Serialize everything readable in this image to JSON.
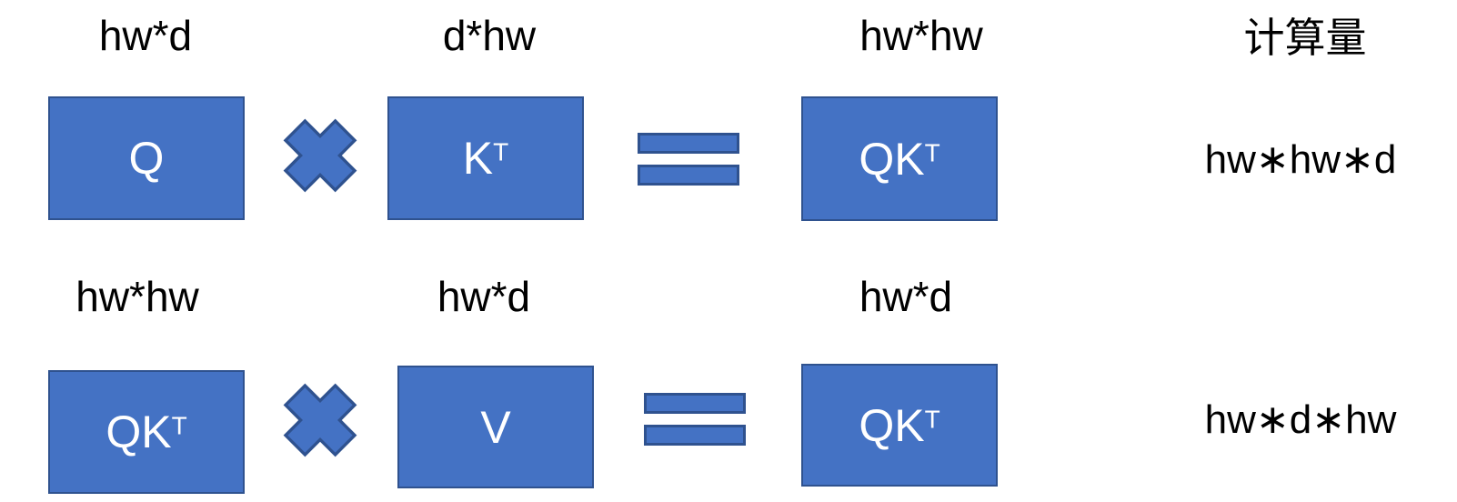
{
  "colors": {
    "shape_fill": "#4472C4",
    "shape_border": "#2F528F",
    "box_text": "#FFFFFF",
    "label_text": "#000000"
  },
  "cost_header": "计算量",
  "icons": {
    "multiply": "✕",
    "equals": "="
  },
  "rows": [
    {
      "operand_a": {
        "dim": "hw*d",
        "name": "Q",
        "sup": ""
      },
      "operand_b": {
        "dim": "d*hw",
        "name": "K",
        "sup": "T"
      },
      "result": {
        "dim": "hw*hw",
        "name": "QK",
        "sup": "T"
      },
      "cost": "hw∗hw∗d"
    },
    {
      "operand_a": {
        "dim": "hw*hw",
        "name": "QK",
        "sup": "T"
      },
      "operand_b": {
        "dim": "hw*d",
        "name": "V",
        "sup": ""
      },
      "result": {
        "dim": "hw*d",
        "name": "QK",
        "sup": "T"
      },
      "cost": "hw∗d∗hw"
    }
  ]
}
